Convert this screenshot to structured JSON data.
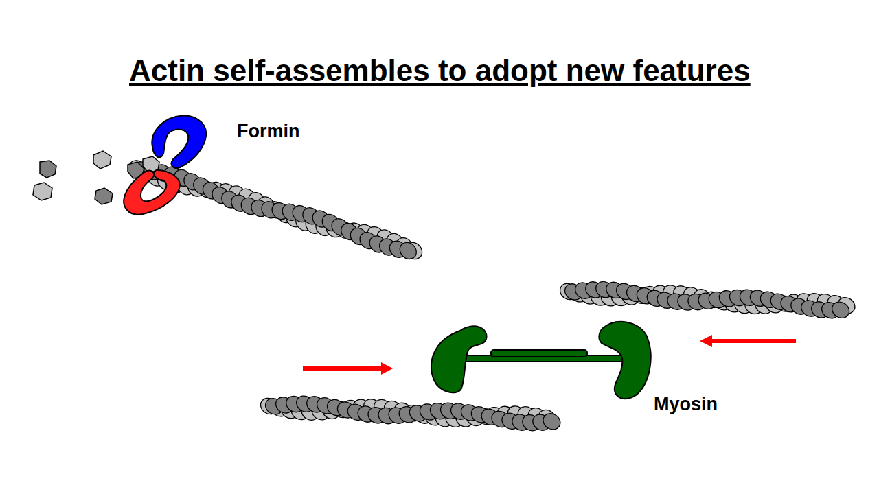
{
  "diagram": {
    "title": "Actin self-assembles to adopt new features",
    "labels": [
      "Formin",
      "Myosin"
    ]
  }
}
